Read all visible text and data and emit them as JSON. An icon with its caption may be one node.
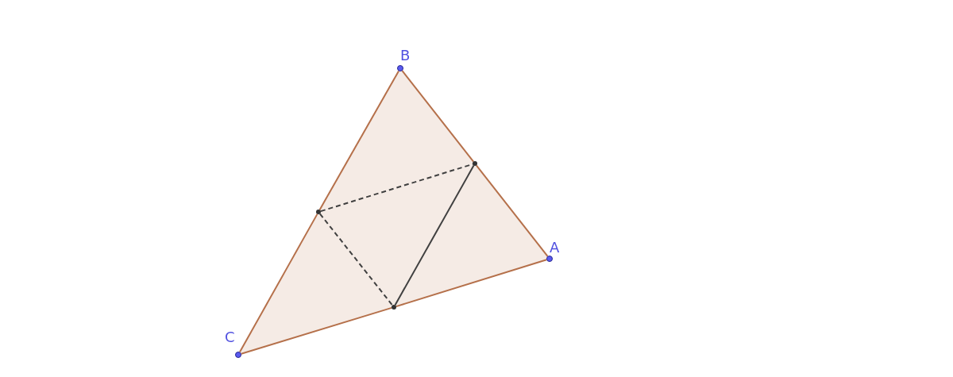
{
  "diagram": {
    "nodes": [
      {
        "text": [
          "B"
        ]
      },
      {
        "text": [
          "A"
        ]
      },
      {
        "text": [
          "C"
        ]
      },
      {
        "text": [],
        "shape": "circle"
      },
      {
        "text": [],
        "shape": "circle"
      },
      {
        "text": [],
        "shape": "circle"
      }
    ],
    "edges": [
      {
        "from": 0,
        "to": 3,
        "arrow": "none"
      },
      {
        "from": 3,
        "to": 1,
        "arrow": "none"
      },
      {
        "from": 1,
        "to": 5,
        "arrow": "none"
      },
      {
        "from": 5,
        "to": 2,
        "arrow": "none"
      },
      {
        "from": 2,
        "to": 4,
        "arrow": "none"
      },
      {
        "from": 4,
        "to": 0,
        "arrow": "none"
      },
      {
        "from": 4,
        "to": 3,
        "arrow": "none",
        "style": "dashed",
        "color": "#404040"
      },
      {
        "from": 4,
        "to": 5,
        "arrow": "none",
        "style": "dashed",
        "color": "#404040"
      },
      {
        "from": 3,
        "to": 5,
        "arrow": "none",
        "color": "#404040"
      }
    ]
  }
}
